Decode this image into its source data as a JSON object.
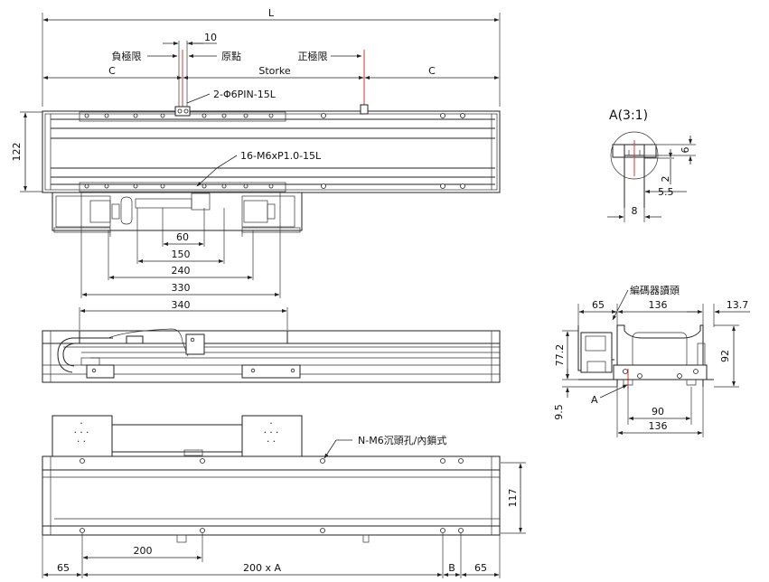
{
  "top_view": {
    "overall_length": "L",
    "pin_offset": "10",
    "negative_limit": "負極限",
    "origin": "原點",
    "positive_limit": "正極限",
    "end_clearance_left": "C",
    "stroke": "Storke",
    "end_clearance_right": "C",
    "pin_callout": "2-Φ6PIN-15L",
    "height": "122",
    "tap_callout": "16-M6xP1.0-15L",
    "dims": [
      "60",
      "150",
      "240",
      "330",
      "340"
    ]
  },
  "detail": {
    "title": "A(3:1)",
    "dims": [
      "6",
      "2",
      "5.5",
      "8"
    ]
  },
  "end_view": {
    "encoder_label": "編碼器讀頭",
    "dims_top": [
      "65",
      "136",
      "13.7"
    ],
    "height_left": "77.2",
    "height_right": "92",
    "offset": "9.5",
    "mark_a": "A",
    "dims_bottom": [
      "90",
      "136"
    ]
  },
  "bottom_view": {
    "mount_callout": "N-M6沉頭孔/內鎖式",
    "height": "117",
    "pitch": "200",
    "end_left": "65",
    "pitch_count": "200 x A",
    "end_b": "B",
    "end_right": "65"
  },
  "colors": {
    "line": "#222222",
    "limit_mark": "#e0302a"
  }
}
